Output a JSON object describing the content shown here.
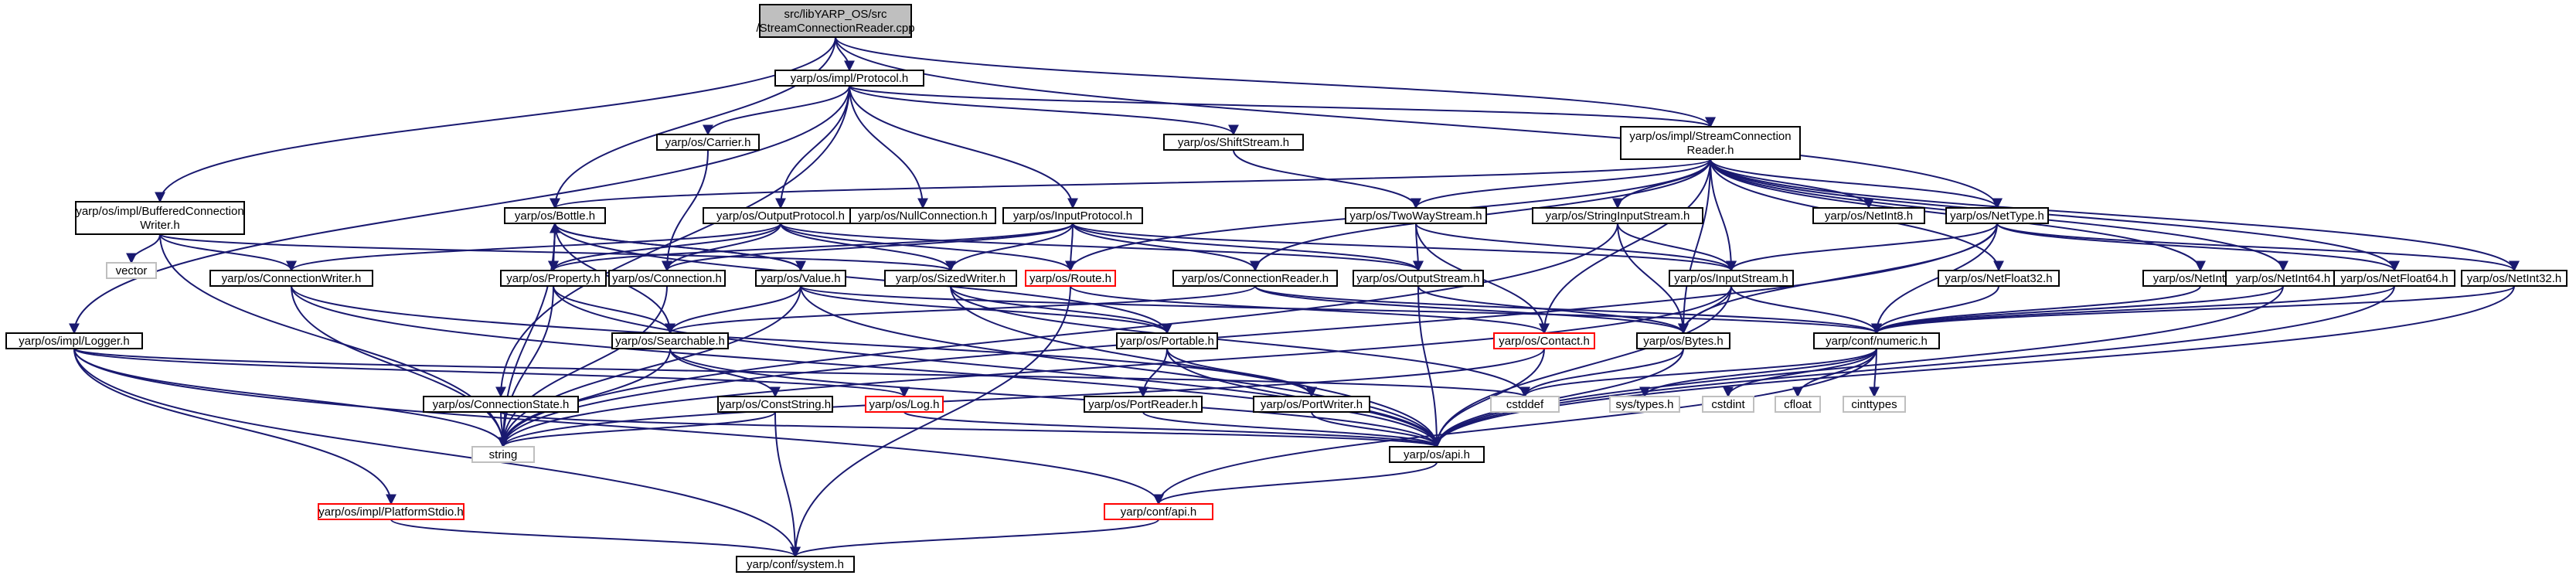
{
  "diagram": {
    "type": "include-dependency-graph",
    "edge_color": "#191970",
    "node_fill_root": "#bfbfbf",
    "node_border": "#000000",
    "node_border_missing": "#bfbfbf",
    "node_border_truncated": "#ff0000",
    "nodes": [
      {
        "id": "root",
        "lines": [
          "src/libYARP_OS/src",
          "/StreamConnectionReader.cpp"
        ],
        "kind": "root"
      },
      {
        "id": "protocol",
        "lines": [
          "yarp/os/impl/Protocol.h"
        ],
        "kind": "normal"
      },
      {
        "id": "bufwriter",
        "lines": [
          "yarp/os/impl/BufferedConnection",
          "Writer.h"
        ],
        "kind": "normal"
      },
      {
        "id": "carrier",
        "lines": [
          "yarp/os/Carrier.h"
        ],
        "kind": "normal"
      },
      {
        "id": "shiftstream",
        "lines": [
          "yarp/os/ShiftStream.h"
        ],
        "kind": "normal"
      },
      {
        "id": "streamreader",
        "lines": [
          "yarp/os/impl/StreamConnection",
          "Reader.h"
        ],
        "kind": "normal"
      },
      {
        "id": "bottle",
        "lines": [
          "yarp/os/Bottle.h"
        ],
        "kind": "normal"
      },
      {
        "id": "outputprotocol",
        "lines": [
          "yarp/os/OutputProtocol.h"
        ],
        "kind": "normal"
      },
      {
        "id": "nullconnection",
        "lines": [
          "yarp/os/NullConnection.h"
        ],
        "kind": "normal"
      },
      {
        "id": "inputprotocol",
        "lines": [
          "yarp/os/InputProtocol.h"
        ],
        "kind": "normal"
      },
      {
        "id": "twowaystream",
        "lines": [
          "yarp/os/TwoWayStream.h"
        ],
        "kind": "normal"
      },
      {
        "id": "stringinputstream",
        "lines": [
          "yarp/os/StringInputStream.h"
        ],
        "kind": "normal"
      },
      {
        "id": "netint8",
        "lines": [
          "yarp/os/NetInt8.h"
        ],
        "kind": "normal"
      },
      {
        "id": "nettype",
        "lines": [
          "yarp/os/NetType.h"
        ],
        "kind": "normal"
      },
      {
        "id": "vector",
        "lines": [
          "vector"
        ],
        "kind": "missing"
      },
      {
        "id": "connectionwriter",
        "lines": [
          "yarp/os/ConnectionWriter.h"
        ],
        "kind": "normal"
      },
      {
        "id": "property",
        "lines": [
          "yarp/os/Property.h"
        ],
        "kind": "normal"
      },
      {
        "id": "connection",
        "lines": [
          "yarp/os/Connection.h"
        ],
        "kind": "normal"
      },
      {
        "id": "value",
        "lines": [
          "yarp/os/Value.h"
        ],
        "kind": "normal"
      },
      {
        "id": "sizedwriter",
        "lines": [
          "yarp/os/SizedWriter.h"
        ],
        "kind": "normal"
      },
      {
        "id": "route",
        "lines": [
          "yarp/os/Route.h"
        ],
        "kind": "red"
      },
      {
        "id": "connectionreader",
        "lines": [
          "yarp/os/ConnectionReader.h"
        ],
        "kind": "normal"
      },
      {
        "id": "outputstream",
        "lines": [
          "yarp/os/OutputStream.h"
        ],
        "kind": "normal"
      },
      {
        "id": "inputstream",
        "lines": [
          "yarp/os/InputStream.h"
        ],
        "kind": "normal"
      },
      {
        "id": "netfloat32",
        "lines": [
          "yarp/os/NetFloat32.h"
        ],
        "kind": "normal"
      },
      {
        "id": "netint16",
        "lines": [
          "yarp/os/NetInt16.h"
        ],
        "kind": "normal"
      },
      {
        "id": "netint64",
        "lines": [
          "yarp/os/NetInt64.h"
        ],
        "kind": "normal"
      },
      {
        "id": "netfloat64",
        "lines": [
          "yarp/os/NetFloat64.h"
        ],
        "kind": "normal"
      },
      {
        "id": "netint32",
        "lines": [
          "yarp/os/NetInt32.h"
        ],
        "kind": "normal"
      },
      {
        "id": "logger",
        "lines": [
          "yarp/os/impl/Logger.h"
        ],
        "kind": "normal"
      },
      {
        "id": "searchable",
        "lines": [
          "yarp/os/Searchable.h"
        ],
        "kind": "normal"
      },
      {
        "id": "portable",
        "lines": [
          "yarp/os/Portable.h"
        ],
        "kind": "normal"
      },
      {
        "id": "contact",
        "lines": [
          "yarp/os/Contact.h"
        ],
        "kind": "red"
      },
      {
        "id": "bytes",
        "lines": [
          "yarp/os/Bytes.h"
        ],
        "kind": "normal"
      },
      {
        "id": "numeric",
        "lines": [
          "yarp/conf/numeric.h"
        ],
        "kind": "normal"
      },
      {
        "id": "connectionstate",
        "lines": [
          "yarp/os/ConnectionState.h"
        ],
        "kind": "normal"
      },
      {
        "id": "conststring",
        "lines": [
          "yarp/os/ConstString.h"
        ],
        "kind": "normal"
      },
      {
        "id": "log",
        "lines": [
          "yarp/os/Log.h"
        ],
        "kind": "red"
      },
      {
        "id": "portreader",
        "lines": [
          "yarp/os/PortReader.h"
        ],
        "kind": "normal"
      },
      {
        "id": "portwriter",
        "lines": [
          "yarp/os/PortWriter.h"
        ],
        "kind": "normal"
      },
      {
        "id": "cstddef",
        "lines": [
          "cstddef"
        ],
        "kind": "missing"
      },
      {
        "id": "systypes",
        "lines": [
          "sys/types.h"
        ],
        "kind": "missing"
      },
      {
        "id": "cstdint",
        "lines": [
          "cstdint"
        ],
        "kind": "missing"
      },
      {
        "id": "cfloat",
        "lines": [
          "cfloat"
        ],
        "kind": "missing"
      },
      {
        "id": "cinttypes",
        "lines": [
          "cinttypes"
        ],
        "kind": "missing"
      },
      {
        "id": "string",
        "lines": [
          "string"
        ],
        "kind": "missing"
      },
      {
        "id": "osapi",
        "lines": [
          "yarp/os/api.h"
        ],
        "kind": "normal"
      },
      {
        "id": "platformstdio",
        "lines": [
          "yarp/os/impl/PlatformStdio.h"
        ],
        "kind": "red"
      },
      {
        "id": "confapi",
        "lines": [
          "yarp/conf/api.h"
        ],
        "kind": "red"
      },
      {
        "id": "system",
        "lines": [
          "yarp/conf/system.h"
        ],
        "kind": "normal"
      }
    ],
    "edges": [
      [
        "root",
        "protocol"
      ],
      [
        "root",
        "bufwriter"
      ],
      [
        "root",
        "streamreader"
      ],
      [
        "root",
        "bottle"
      ],
      [
        "root",
        "nettype"
      ],
      [
        "protocol",
        "carrier"
      ],
      [
        "protocol",
        "shiftstream"
      ],
      [
        "protocol",
        "streamreader"
      ],
      [
        "protocol",
        "outputprotocol"
      ],
      [
        "protocol",
        "nullconnection"
      ],
      [
        "protocol",
        "inputprotocol"
      ],
      [
        "protocol",
        "logger"
      ],
      [
        "protocol",
        "connectionstate"
      ],
      [
        "bufwriter",
        "vector"
      ],
      [
        "bufwriter",
        "connectionwriter"
      ],
      [
        "bufwriter",
        "sizedwriter"
      ],
      [
        "bufwriter",
        "string"
      ],
      [
        "carrier",
        "connection"
      ],
      [
        "shiftstream",
        "twowaystream"
      ],
      [
        "streamreader",
        "bottle"
      ],
      [
        "streamreader",
        "twowaystream"
      ],
      [
        "streamreader",
        "stringinputstream"
      ],
      [
        "streamreader",
        "netint8"
      ],
      [
        "streamreader",
        "nettype"
      ],
      [
        "streamreader",
        "netint16"
      ],
      [
        "streamreader",
        "netint64"
      ],
      [
        "streamreader",
        "netfloat64"
      ],
      [
        "streamreader",
        "netint32"
      ],
      [
        "streamreader",
        "netfloat32"
      ],
      [
        "streamreader",
        "connectionreader"
      ],
      [
        "streamreader",
        "inputstream"
      ],
      [
        "streamreader",
        "bytes"
      ],
      [
        "streamreader",
        "contact"
      ],
      [
        "streamreader",
        "route"
      ],
      [
        "bottle",
        "property"
      ],
      [
        "bottle",
        "value"
      ],
      [
        "bottle",
        "searchable"
      ],
      [
        "bottle",
        "portable"
      ],
      [
        "bottle",
        "string"
      ],
      [
        "outputprotocol",
        "connectionwriter"
      ],
      [
        "outputprotocol",
        "connection"
      ],
      [
        "outputprotocol",
        "sizedwriter"
      ],
      [
        "outputprotocol",
        "property"
      ],
      [
        "outputprotocol",
        "route"
      ],
      [
        "outputprotocol",
        "outputstream"
      ],
      [
        "inputprotocol",
        "connection"
      ],
      [
        "inputprotocol",
        "route"
      ],
      [
        "inputprotocol",
        "connectionreader"
      ],
      [
        "inputprotocol",
        "property"
      ],
      [
        "inputprotocol",
        "sizedwriter"
      ],
      [
        "inputprotocol",
        "inputstream"
      ],
      [
        "inputprotocol",
        "outputstream"
      ],
      [
        "twowaystream",
        "outputstream"
      ],
      [
        "twowaystream",
        "inputstream"
      ],
      [
        "twowaystream",
        "contact"
      ],
      [
        "stringinputstream",
        "inputstream"
      ],
      [
        "stringinputstream",
        "bytes"
      ],
      [
        "stringinputstream",
        "string"
      ],
      [
        "nettype",
        "inputstream"
      ],
      [
        "nettype",
        "bytes"
      ],
      [
        "nettype",
        "numeric"
      ],
      [
        "nettype",
        "netint32"
      ],
      [
        "nettype",
        "netfloat64"
      ],
      [
        "nettype",
        "string"
      ],
      [
        "connectionwriter",
        "portwriter"
      ],
      [
        "connectionwriter",
        "string"
      ],
      [
        "connectionwriter",
        "osapi"
      ],
      [
        "property",
        "bottle"
      ],
      [
        "property",
        "searchable"
      ],
      [
        "property",
        "string"
      ],
      [
        "property",
        "osapi"
      ],
      [
        "connection",
        "string"
      ],
      [
        "value",
        "bottle"
      ],
      [
        "value",
        "searchable"
      ],
      [
        "value",
        "portable"
      ],
      [
        "value",
        "string"
      ],
      [
        "value",
        "numeric"
      ],
      [
        "value",
        "osapi"
      ],
      [
        "sizedwriter",
        "portable"
      ],
      [
        "sizedwriter",
        "osapi"
      ],
      [
        "sizedwriter",
        "cstddef"
      ],
      [
        "route",
        "contact"
      ],
      [
        "connectionreader",
        "bytes"
      ],
      [
        "connectionreader",
        "searchable"
      ],
      [
        "connectionreader",
        "numeric"
      ],
      [
        "outputstream",
        "bytes"
      ],
      [
        "outputstream",
        "osapi"
      ],
      [
        "inputstream",
        "bytes"
      ],
      [
        "inputstream",
        "numeric"
      ],
      [
        "inputstream",
        "osapi"
      ],
      [
        "inputstream",
        "string"
      ],
      [
        "netfloat32",
        "numeric"
      ],
      [
        "netint16",
        "numeric"
      ],
      [
        "netint64",
        "numeric"
      ],
      [
        "netint64",
        "osapi"
      ],
      [
        "netfloat64",
        "numeric"
      ],
      [
        "netfloat64",
        "osapi"
      ],
      [
        "netint32",
        "numeric"
      ],
      [
        "netint32",
        "osapi"
      ],
      [
        "logger",
        "log"
      ],
      [
        "logger",
        "platformstdio"
      ],
      [
        "logger",
        "string"
      ],
      [
        "logger",
        "confapi"
      ],
      [
        "logger",
        "system"
      ],
      [
        "logger",
        "cstddef"
      ],
      [
        "searchable",
        "conststring"
      ],
      [
        "searchable",
        "string"
      ],
      [
        "searchable",
        "osapi"
      ],
      [
        "portable",
        "portreader"
      ],
      [
        "portable",
        "portwriter"
      ],
      [
        "portable",
        "osapi"
      ],
      [
        "contact",
        "string"
      ],
      [
        "contact",
        "osapi"
      ],
      [
        "bytes",
        "cstddef"
      ],
      [
        "bytes",
        "osapi"
      ],
      [
        "numeric",
        "systypes"
      ],
      [
        "numeric",
        "cstdint"
      ],
      [
        "numeric",
        "cfloat"
      ],
      [
        "numeric",
        "cinttypes"
      ],
      [
        "numeric",
        "cstddef"
      ],
      [
        "numeric",
        "confapi"
      ],
      [
        "connectionstate",
        "string"
      ],
      [
        "connectionstate",
        "osapi"
      ],
      [
        "conststring",
        "string"
      ],
      [
        "conststring",
        "system"
      ],
      [
        "log",
        "osapi"
      ],
      [
        "portreader",
        "osapi"
      ],
      [
        "portwriter",
        "osapi"
      ],
      [
        "osapi",
        "confapi"
      ],
      [
        "platformstdio",
        "system"
      ],
      [
        "confapi",
        "system"
      ],
      [
        "route",
        "system"
      ]
    ]
  }
}
